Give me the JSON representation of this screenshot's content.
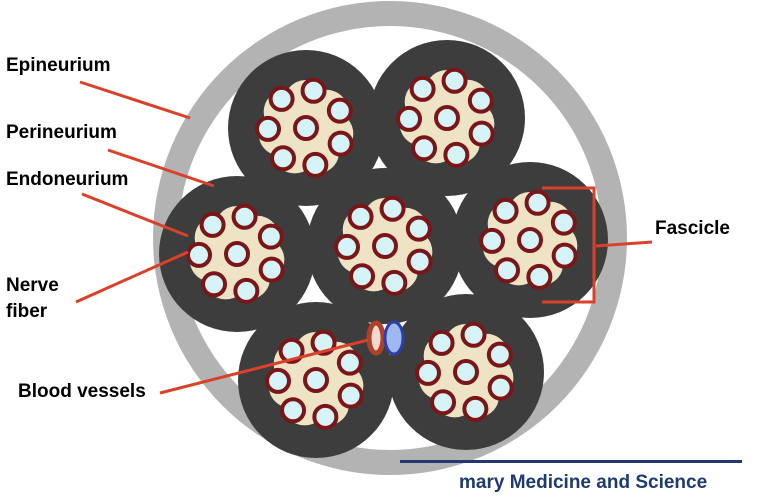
{
  "labels": {
    "epineurium": "Epineurium",
    "perineurium": "Perineurium",
    "endoneurium": "Endoneurium",
    "nerve_fiber_1": "Nerve",
    "nerve_fiber_2": "fiber",
    "blood_vessels": "Blood vessels",
    "fascicle": "Fascicle"
  },
  "footer": {
    "text": "mary Medicine and Science"
  },
  "colors": {
    "epineurium": "#b3b3b3",
    "perineurium": "#3d3d3d",
    "endoneurium": "#efe3c6",
    "fiber_ring": "#7a1518",
    "fiber_core": "#d6f4f8",
    "leader_line": "#d9412b",
    "artery": "#b0402a",
    "vein": "#2b3fa8",
    "vein_fill": "#9fb8f0",
    "footer": "#1f3b6e"
  }
}
